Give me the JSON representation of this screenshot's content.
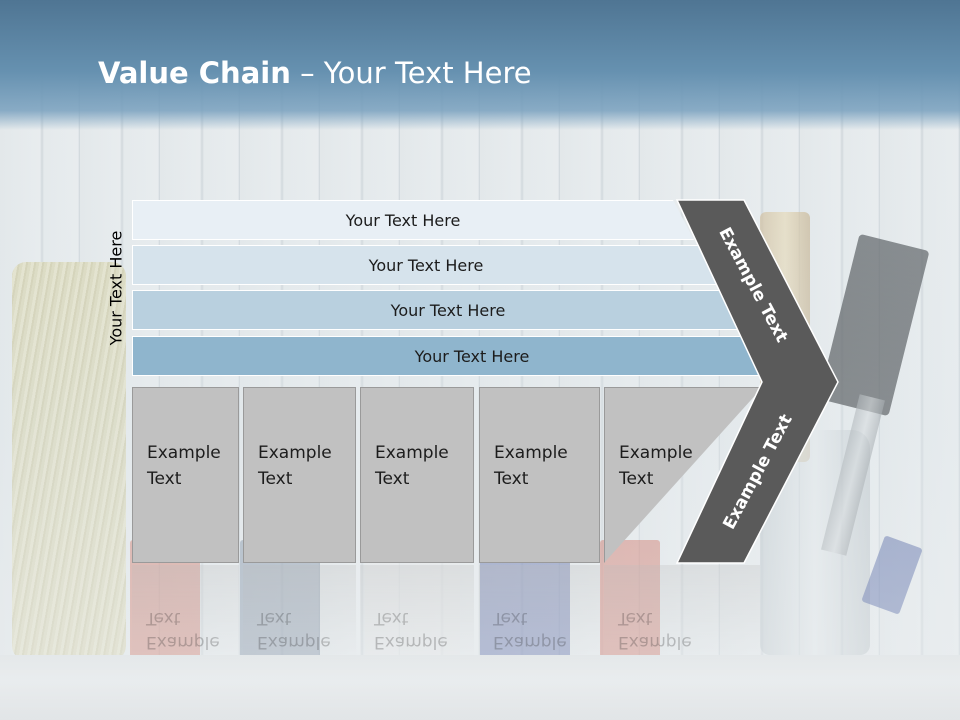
{
  "title": {
    "bold": "Value Chain",
    "rest": " – Your Text Here"
  },
  "side_label": "Your Text Here",
  "bars": [
    {
      "label": "Your Text Here"
    },
    {
      "label": "Your Text Here"
    },
    {
      "label": "Your Text Here"
    },
    {
      "label": "Your Text Here"
    }
  ],
  "columns": [
    {
      "line1": "Example",
      "line2": "Text"
    },
    {
      "line1": "Example",
      "line2": "Text"
    },
    {
      "line1": "Example",
      "line2": "Text"
    },
    {
      "line1": "Example",
      "line2": "Text"
    },
    {
      "line1": "Example",
      "line2": "Text"
    }
  ],
  "chevron": {
    "upper_label": "Example Text",
    "lower_label": "Example Text"
  },
  "colors": {
    "header": "#5b84a3",
    "chevron": "#5a5a5a",
    "columns": "#c1c1c1"
  }
}
